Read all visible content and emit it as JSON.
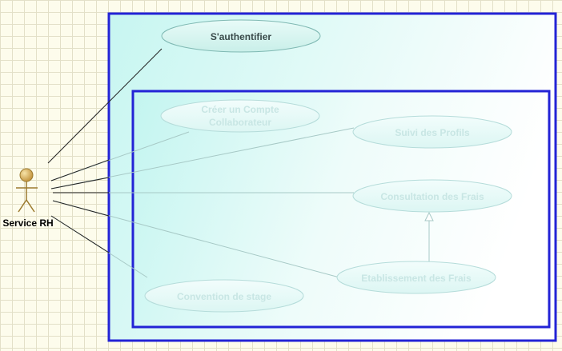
{
  "actor": {
    "name": "Service RH"
  },
  "use_cases": {
    "authenticate": "S'authentifier",
    "create_account_line1": "Créer un Compte",
    "create_account_line2": "Collaborateur",
    "profile_tracking": "Suivi des Profils",
    "expense_consultation": "Consultation des Frais",
    "expense_entry": "Etablissement des Frais",
    "internship_agreement": "Convention de stage"
  },
  "colors": {
    "boundary_border": "#2323d6",
    "ellipse_fill": "#e4faf8",
    "ellipse_stroke": "#b5dcda",
    "actor_fill": "#d2a84c"
  }
}
